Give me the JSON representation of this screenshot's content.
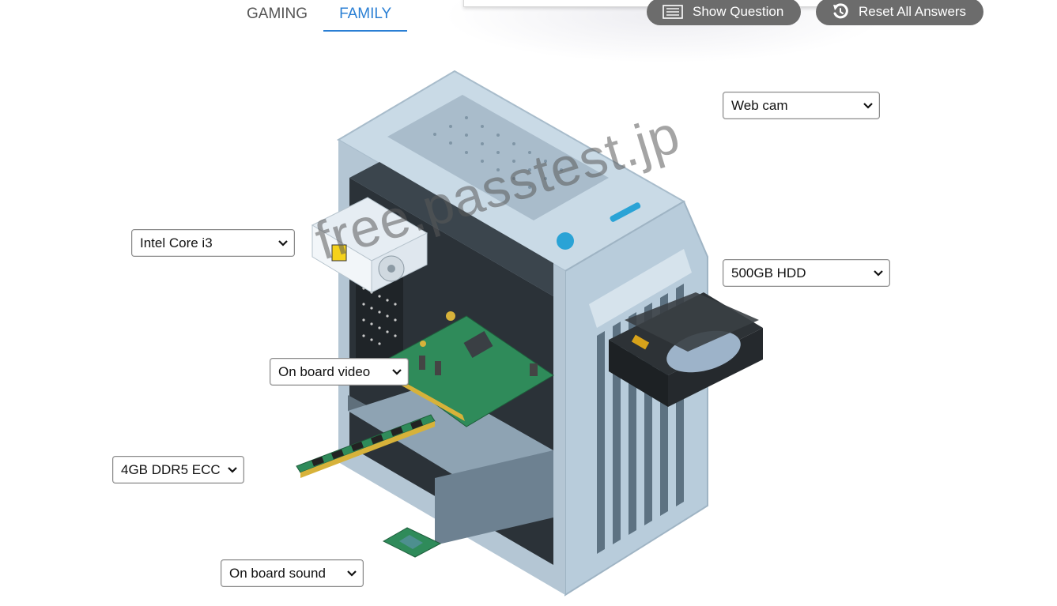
{
  "tabs": [
    {
      "label": "GAMING",
      "active": false
    },
    {
      "label": "FAMILY",
      "active": true
    }
  ],
  "toolbar": {
    "show_question_label": "Show Question",
    "reset_label": "Reset All Answers"
  },
  "selects": {
    "webcam": "Web cam",
    "cpu": "Intel Core i3",
    "storage": "500GB HDD",
    "video": "On board video",
    "memory": "4GB DDR5 ECC",
    "sound": "On board sound"
  },
  "watermark": "free.passtest.jp",
  "colors": {
    "accent": "#2a7fd4",
    "pill": "#6c6c6c"
  },
  "icons": [
    "list-icon",
    "reset-icon",
    "chevron-down-icon",
    "computer-case-illustration"
  ]
}
